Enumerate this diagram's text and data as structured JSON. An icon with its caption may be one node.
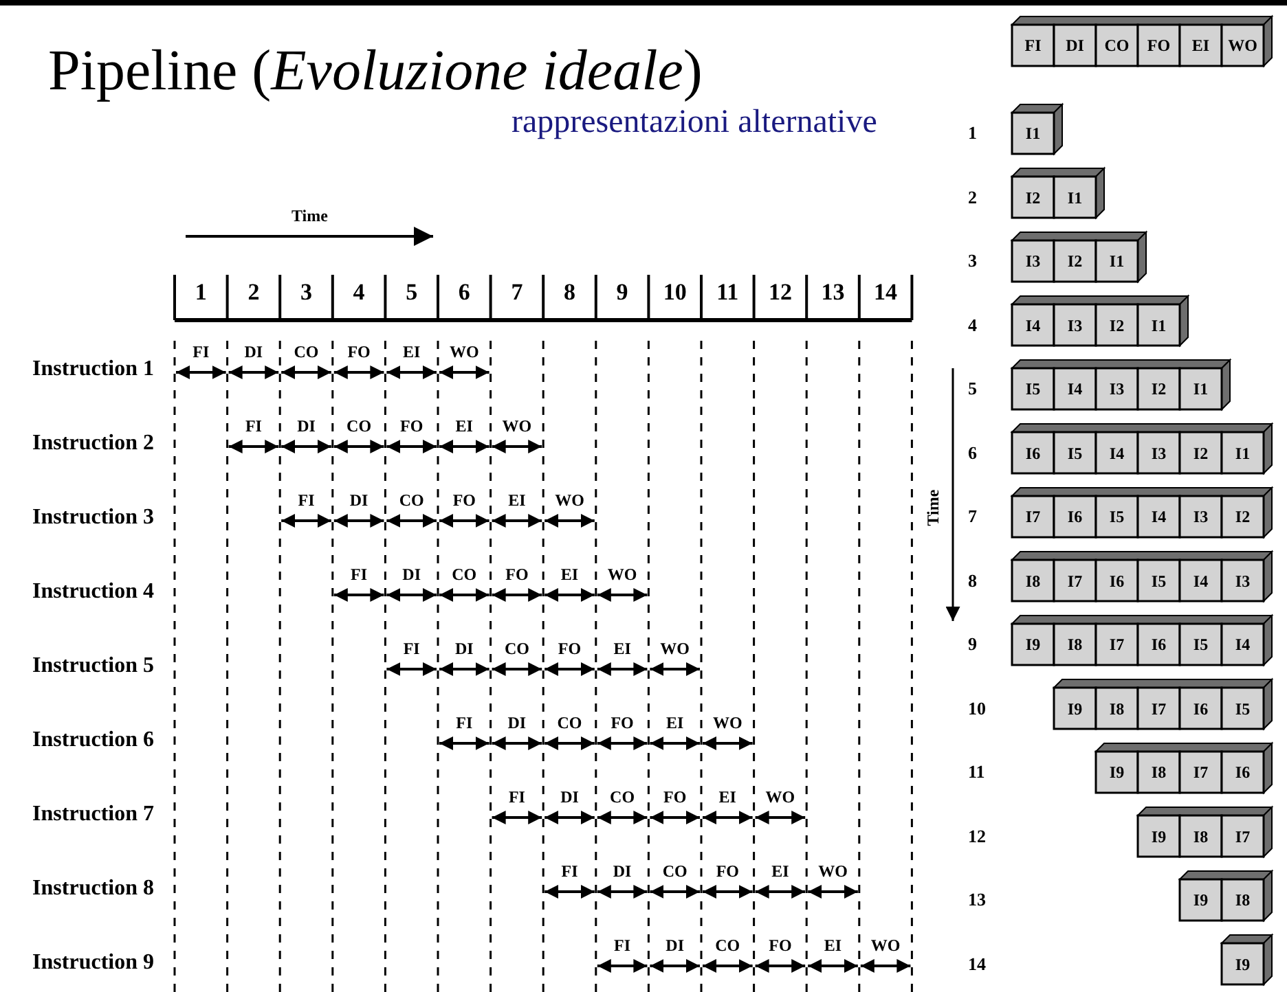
{
  "diagram": {
    "title": "Pipeline (*Evoluzione ideale*)",
    "labels": [
      "rappresentazioni alternative",
      "Time",
      "1",
      "2",
      "3",
      "4",
      "5",
      "6",
      "7",
      "8",
      "9",
      "10",
      "11",
      "12",
      "13",
      "14",
      "Instruction 1",
      "FI",
      "DI",
      "CO",
      "FO",
      "EI",
      "WO",
      "Instruction 2",
      "FI",
      "DI",
      "CO",
      "FO",
      "EI",
      "WO",
      "Instruction 3",
      "FI",
      "DI",
      "CO",
      "FO",
      "EI",
      "WO",
      "Instruction 4",
      "FI",
      "DI",
      "CO",
      "FO",
      "EI",
      "WO",
      "Instruction 5",
      "FI",
      "DI",
      "CO",
      "FO",
      "EI",
      "WO",
      "Instruction 6",
      "FI",
      "DI",
      "CO",
      "FO",
      "EI",
      "WO",
      "Instruction 7",
      "FI",
      "DI",
      "CO",
      "FO",
      "EI",
      "WO",
      "Instruction 8",
      "FI",
      "DI",
      "CO",
      "FO",
      "EI",
      "WO",
      "Instruction 9",
      "FI",
      "DI",
      "CO",
      "FO",
      "EI",
      "WO",
      "FI",
      "DI",
      "CO",
      "FO",
      "EI",
      "WO",
      "Time",
      "1",
      "I1",
      "2",
      "I2",
      "I1",
      "3",
      "I3",
      "I2",
      "I1",
      "4",
      "I4",
      "I3",
      "I2",
      "I1",
      "5",
      "I5",
      "I4",
      "I3",
      "I2",
      "I1",
      "6",
      "I6",
      "I5",
      "I4",
      "I3",
      "I2",
      "I1",
      "7",
      "I7",
      "I6",
      "I5",
      "I4",
      "I3",
      "I2",
      "8",
      "I8",
      "I7",
      "I6",
      "I5",
      "I4",
      "I3",
      "9",
      "I9",
      "I8",
      "I7",
      "I6",
      "I5",
      "I4",
      "10",
      "I9",
      "I8",
      "I7",
      "I6",
      "I5",
      "11",
      "I9",
      "I8",
      "I7",
      "I6",
      "12",
      "I9",
      "I8",
      "I7",
      "13",
      "I9",
      "I8",
      "14",
      "I9"
    ]
  }
}
